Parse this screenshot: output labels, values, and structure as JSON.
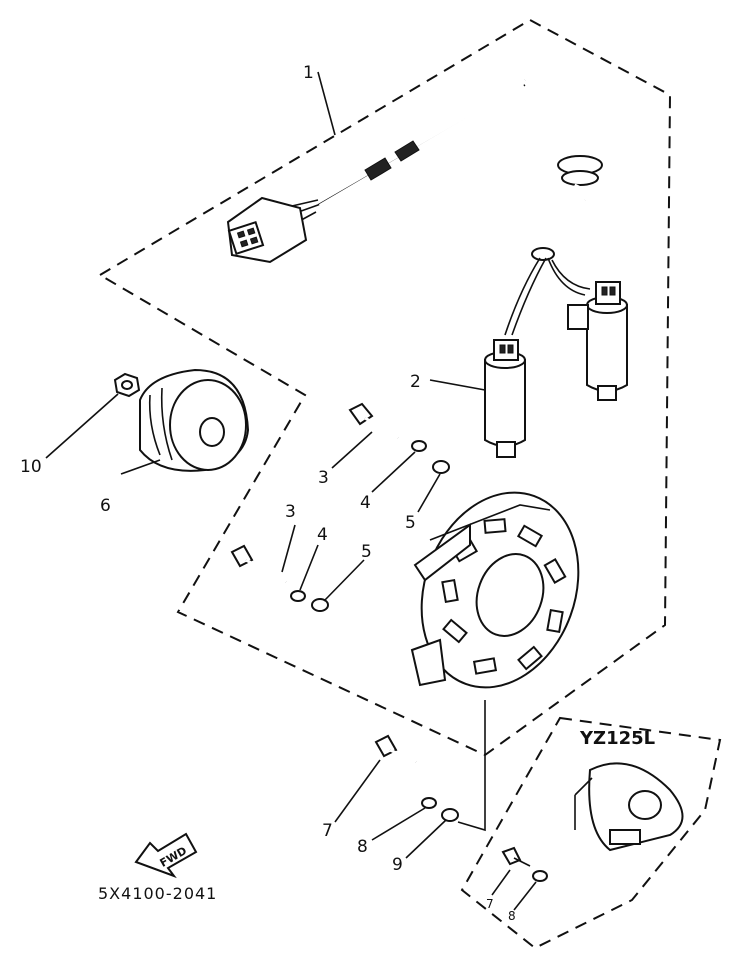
{
  "callouts": {
    "c1": "1",
    "c2": "2",
    "c3a": "3",
    "c3b": "3",
    "c4a": "4",
    "c4b": "4",
    "c5a": "5",
    "c5b": "5",
    "c6": "6",
    "c7a": "7",
    "c7b": "7",
    "c8a": "8",
    "c8b": "8",
    "c9": "9",
    "c10": "10"
  },
  "inset": {
    "title": "YZ125L"
  },
  "fwd_arrow": {
    "text": "FWD"
  },
  "drawing_code": "5X4100-2041"
}
